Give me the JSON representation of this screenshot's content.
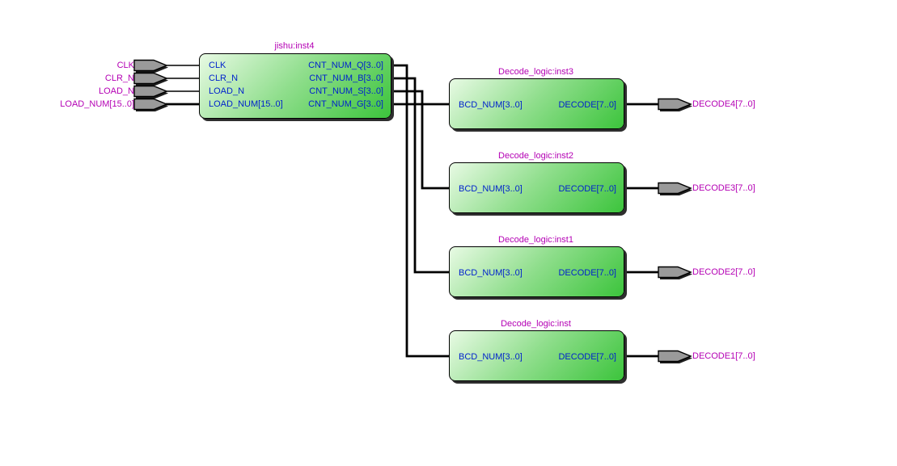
{
  "colors": {
    "background": "#FFFFFF",
    "wire": "#000000",
    "block_border": "#000000",
    "block_fill_light": "#E8FAE4",
    "block_fill_mid": "#8FDE8C",
    "block_fill_dark": "#3CC43C",
    "pin_fill": "#9A9A9A",
    "net_label": "#B400B4",
    "port_text": "#0022CC",
    "shadow": "#2E2E2E"
  },
  "input_pins": [
    {
      "label": "CLK"
    },
    {
      "label": "CLR_N"
    },
    {
      "label": "LOAD_N"
    },
    {
      "label": "LOAD_NUM[15..0]"
    }
  ],
  "jishu": {
    "title": "jishu:inst4",
    "input_ports": [
      "CLK",
      "CLR_N",
      "LOAD_N",
      "LOAD_NUM[15..0]"
    ],
    "output_ports": [
      "CNT_NUM_Q[3..0]",
      "CNT_NUM_B[3..0]",
      "CNT_NUM_S[3..0]",
      "CNT_NUM_G[3..0]"
    ]
  },
  "decoders": [
    {
      "title": "Decode_logic:inst3",
      "input_port": "BCD_NUM[3..0]",
      "output_port": "DECODE[7..0]",
      "output_pin_label": "DECODE4[7..0]"
    },
    {
      "title": "Decode_logic:inst2",
      "input_port": "BCD_NUM[3..0]",
      "output_port": "DECODE[7..0]",
      "output_pin_label": "DECODE3[7..0]"
    },
    {
      "title": "Decode_logic:inst1",
      "input_port": "BCD_NUM[3..0]",
      "output_port": "DECODE[7..0]",
      "output_pin_label": "DECODE2[7..0]"
    },
    {
      "title": "Decode_logic:inst",
      "input_port": "BCD_NUM[3..0]",
      "output_port": "DECODE[7..0]",
      "output_pin_label": "DECODE1[7..0]"
    }
  ]
}
